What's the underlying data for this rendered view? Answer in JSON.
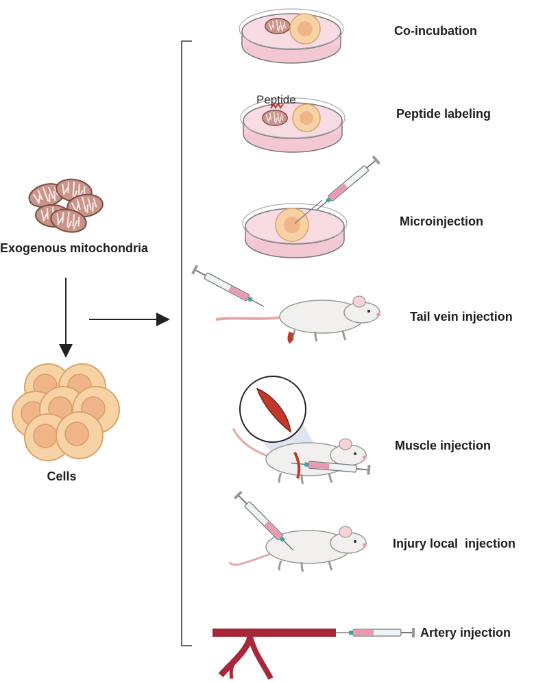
{
  "source": {
    "title": "Exogenous mitochondria",
    "target": "Cells"
  },
  "methods": [
    {
      "id": "co-incubation",
      "label": "Co-incubation"
    },
    {
      "id": "peptide-labeling",
      "label": "Peptide labeling",
      "tag": "Peptide"
    },
    {
      "id": "microinjection",
      "label": "Microinjection"
    },
    {
      "id": "tail-vein",
      "label": "Tail vein injection"
    },
    {
      "id": "muscle",
      "label": "Muscle injection"
    },
    {
      "id": "injury-local",
      "label": "Injury local  injection"
    },
    {
      "id": "artery",
      "label": "Artery injection"
    }
  ],
  "colors": {
    "mito_fill": "#c9948a",
    "mito_stroke": "#7a4a40",
    "cell_fill": "#f6d2a4",
    "cell_nucleus": "#f0b489",
    "dish_medium": "#f6cdd8",
    "mouse_body": "#f2f0ee",
    "muscle_red": "#c0392b",
    "vessel": "#a8283a",
    "arrow": "#222222"
  }
}
